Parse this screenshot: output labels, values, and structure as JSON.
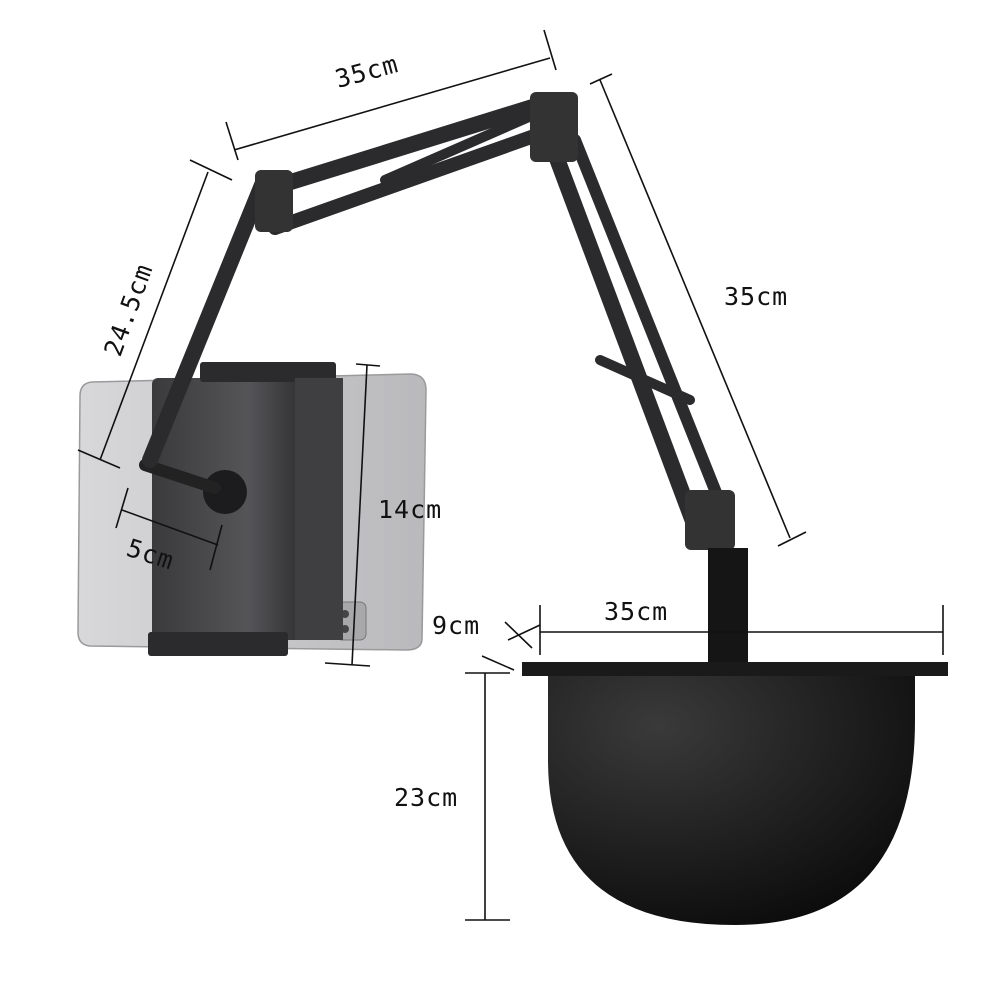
{
  "dimensions": {
    "top_arm": "35cm",
    "left_arm": "24.5cm",
    "right_arm": "35cm",
    "holder_height": "14cm",
    "holder_arm": "5cm",
    "tray_depth": "9cm",
    "tray_width": "35cm",
    "bowl_height": "23cm"
  },
  "colors": {
    "arm": "#2b2b2d",
    "tablet": "#c9c9cb",
    "base": "#111111",
    "dimension_lines": "#111111"
  }
}
